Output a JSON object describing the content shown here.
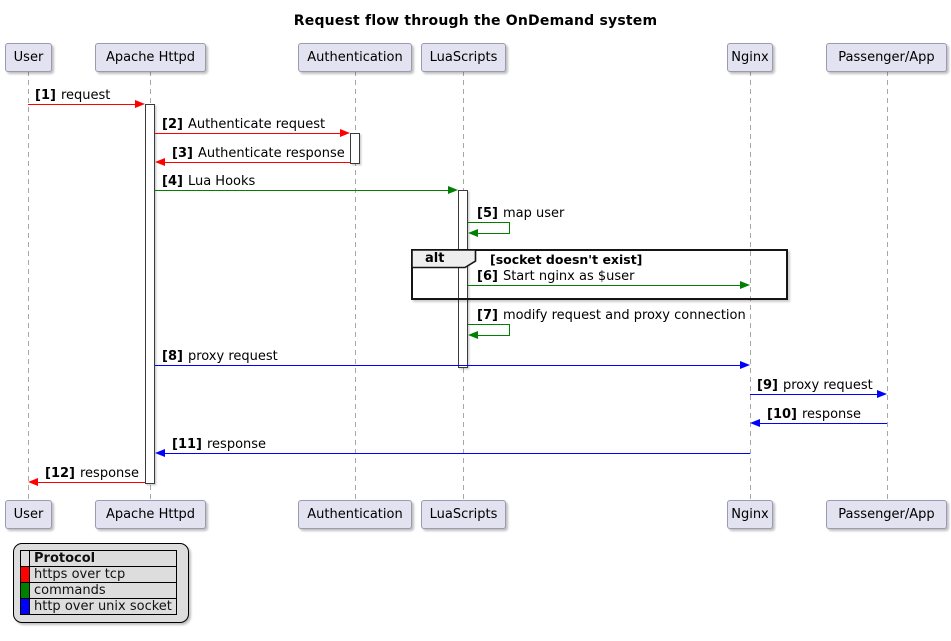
{
  "diagram": {
    "type": "sequence-diagram",
    "title": "Request flow through the OnDemand system"
  },
  "participants": [
    {
      "label": "User"
    },
    {
      "label": "Apache Httpd"
    },
    {
      "label": "Authentication"
    },
    {
      "label": "LuaScripts"
    },
    {
      "label": "Nginx"
    },
    {
      "label": "Passenger/App"
    }
  ],
  "messages": [
    {
      "num": "[1]",
      "text": "request",
      "from": "User",
      "to": "Apache Httpd",
      "color": "#ff0000"
    },
    {
      "num": "[2]",
      "text": "Authenticate request",
      "from": "Apache Httpd",
      "to": "Authentication",
      "color": "#ff0000"
    },
    {
      "num": "[3]",
      "text": "Authenticate response",
      "from": "Authentication",
      "to": "Apache Httpd",
      "color": "#ff0000"
    },
    {
      "num": "[4]",
      "text": "Lua Hooks",
      "from": "Apache Httpd",
      "to": "LuaScripts",
      "color": "#008000"
    },
    {
      "num": "[5]",
      "text": "map user",
      "from": "LuaScripts",
      "to": "LuaScripts",
      "color": "#008000"
    },
    {
      "num": "[6]",
      "text": "Start nginx as $user",
      "from": "LuaScripts",
      "to": "Nginx",
      "color": "#008000"
    },
    {
      "num": "[7]",
      "text": "modify request and proxy connection",
      "from": "LuaScripts",
      "to": "LuaScripts",
      "color": "#008000"
    },
    {
      "num": "[8]",
      "text": "proxy request",
      "from": "Apache Httpd",
      "to": "Nginx",
      "color": "#0000ff"
    },
    {
      "num": "[9]",
      "text": "proxy request",
      "from": "Nginx",
      "to": "Passenger/App",
      "color": "#0000ff"
    },
    {
      "num": "[10]",
      "text": "response",
      "from": "Passenger/App",
      "to": "Nginx",
      "color": "#0000ff"
    },
    {
      "num": "[11]",
      "text": "response",
      "from": "Nginx",
      "to": "Apache Httpd",
      "color": "#0000ff"
    },
    {
      "num": "[12]",
      "text": "response",
      "from": "Apache Httpd",
      "to": "User",
      "color": "#ff0000"
    }
  ],
  "fragment": {
    "operator": "alt",
    "guard": "[socket doesn't exist]"
  },
  "legend": {
    "header": "Protocol",
    "rows": [
      {
        "color": "#ff0000",
        "label": "https over tcp"
      },
      {
        "color": "#008000",
        "label": "commands"
      },
      {
        "color": "#0000ff",
        "label": "http over unix socket"
      }
    ]
  },
  "colors": {
    "participant_fill": "#e2e2f0",
    "lifeline": "#a8a8a8",
    "red": "#ff0000",
    "green": "#008000",
    "blue": "#0000ff"
  }
}
